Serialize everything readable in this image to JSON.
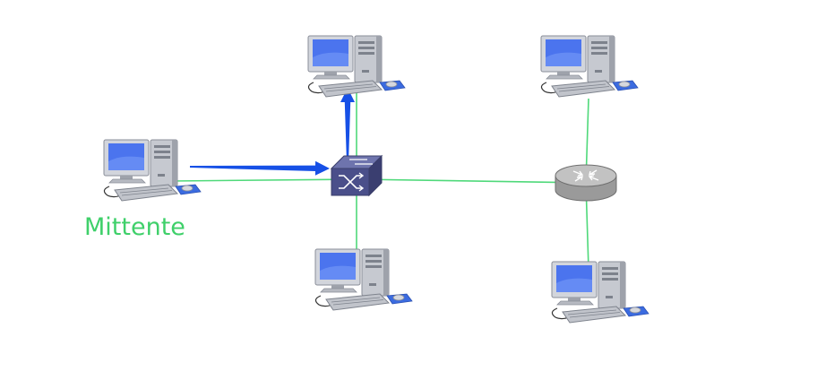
{
  "labels": {
    "sender": "Mittente"
  },
  "colors": {
    "link": "#4fd97a",
    "arrow": "#1650e6",
    "label": "#3fd06a",
    "switch": "#4a4f8a",
    "router": "#a9a9a9",
    "screen": "#4b74ee",
    "casing": "#c4c7ce"
  },
  "nodes": [
    {
      "id": "pc-sender",
      "type": "computer",
      "icon": "desktop-computer-icon"
    },
    {
      "id": "pc-top-middle",
      "type": "computer",
      "icon": "desktop-computer-icon"
    },
    {
      "id": "pc-bottom-middle",
      "type": "computer",
      "icon": "desktop-computer-icon"
    },
    {
      "id": "pc-top-right",
      "type": "computer",
      "icon": "desktop-computer-icon"
    },
    {
      "id": "pc-bottom-right",
      "type": "computer",
      "icon": "desktop-computer-icon"
    },
    {
      "id": "switch",
      "type": "switch",
      "icon": "network-switch-icon"
    },
    {
      "id": "router",
      "type": "router",
      "icon": "router-icon"
    }
  ],
  "links": [
    {
      "from": "pc-sender",
      "to": "switch"
    },
    {
      "from": "pc-top-middle",
      "to": "switch"
    },
    {
      "from": "pc-bottom-middle",
      "to": "switch"
    },
    {
      "from": "switch",
      "to": "router"
    },
    {
      "from": "pc-top-right",
      "to": "router"
    },
    {
      "from": "pc-bottom-right",
      "to": "router"
    }
  ],
  "flows": [
    {
      "from": "pc-sender",
      "to": "switch"
    },
    {
      "from": "switch",
      "to": "pc-top-middle"
    }
  ]
}
